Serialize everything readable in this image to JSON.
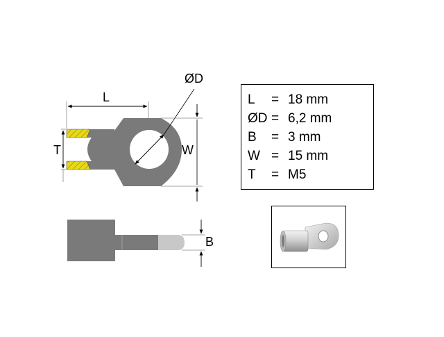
{
  "diagram": {
    "labels": {
      "length": "L",
      "diameter": "ØD",
      "width": "W",
      "thread": "T",
      "thickness": "B"
    }
  },
  "specs": [
    {
      "symbol": "L",
      "eq": "=",
      "value": "18 mm"
    },
    {
      "symbol": "ØD",
      "eq": "=",
      "value": "6,2 mm"
    },
    {
      "symbol": "B",
      "eq": "=",
      "value": "3 mm"
    },
    {
      "symbol": "W",
      "eq": "=",
      "value": "15 mm"
    },
    {
      "symbol": "T",
      "eq": "=",
      "value": "M5"
    }
  ],
  "colors": {
    "body": "#7a7a7a",
    "thread_hatch": "#e8d81a",
    "light_gray": "#c8c8c8",
    "line": "#000000"
  }
}
